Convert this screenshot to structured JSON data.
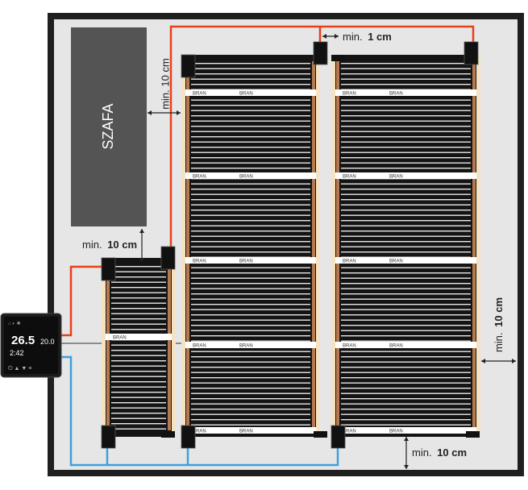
{
  "labels": {
    "wardrobe": "SZAFA",
    "gap_right_of_wardrobe": "min. 10 cm",
    "gap_below_wardrobe_prefix": "min.",
    "gap_below_wardrobe_value": "10 cm",
    "gap_between_mats_prefix": "min.",
    "gap_between_mats_value": "1 cm",
    "gap_right_wall_prefix": "min.",
    "gap_right_wall_value": "10 cm",
    "gap_bottom_wall_prefix": "min.",
    "gap_bottom_wall_value": "10 cm",
    "mat_marking": "BRAN"
  },
  "thermostat": {
    "temperature": "26.5",
    "set_temperature": "20.0",
    "time": "2:42"
  },
  "colors": {
    "room_border": "#1f1f1f",
    "floor": "#e6e6e6",
    "wardrobe": "#545454",
    "mat_black": "#141414",
    "mat_copper": "#b77a4e",
    "mat_cream": "#f4e3c2",
    "wire_live": "#e8401c",
    "wire_neutral": "#3aa2dc",
    "sensor_wire": "#8c8c8c",
    "thermostat_body": "#1b1b1b"
  }
}
